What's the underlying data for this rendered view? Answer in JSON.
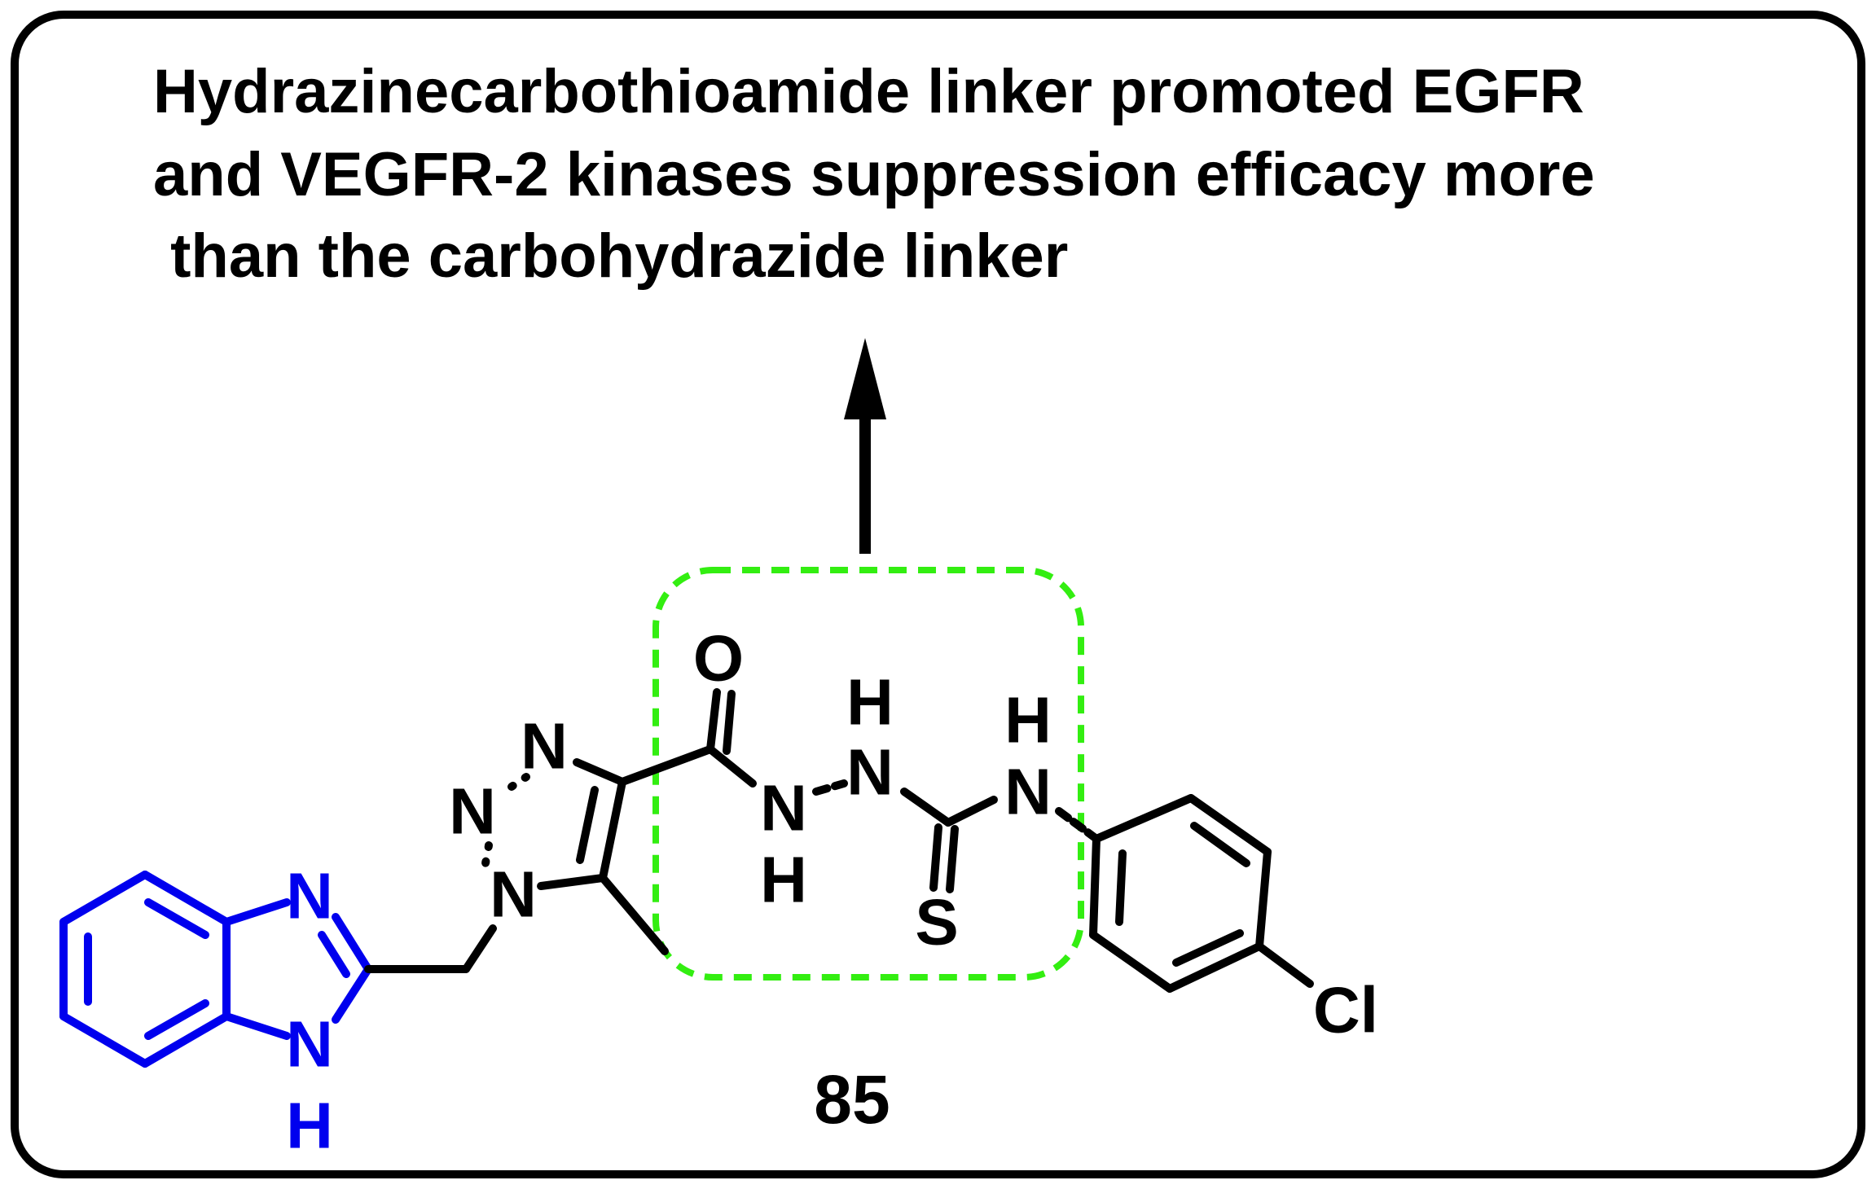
{
  "caption": {
    "line1": "Hydrazinecarbothioamide linker promoted EGFR",
    "line2": "and VEGFR-2 kinases suppression efficacy more",
    "line3": " than the carbohydrazide linker"
  },
  "compound_label": "85",
  "atoms": {
    "O": "O",
    "N_triazole_top": "N",
    "N_triazole_mid": "N",
    "N_triazole_bottom": "N",
    "N_amide": "N",
    "H_amide": "H",
    "N_hydrazine": "N",
    "H_hydrazine": "H",
    "N_thioamide": "N",
    "H_thioamide": "H",
    "S": "S",
    "Cl": "Cl",
    "N_imidazole": "N",
    "N_imidazole_H": "N",
    "H_imidazole": "H"
  },
  "colors": {
    "frame": "#000000",
    "bonds": "#000000",
    "benzimidazole": "#0000ee",
    "linker_highlight": "#33ee11"
  }
}
